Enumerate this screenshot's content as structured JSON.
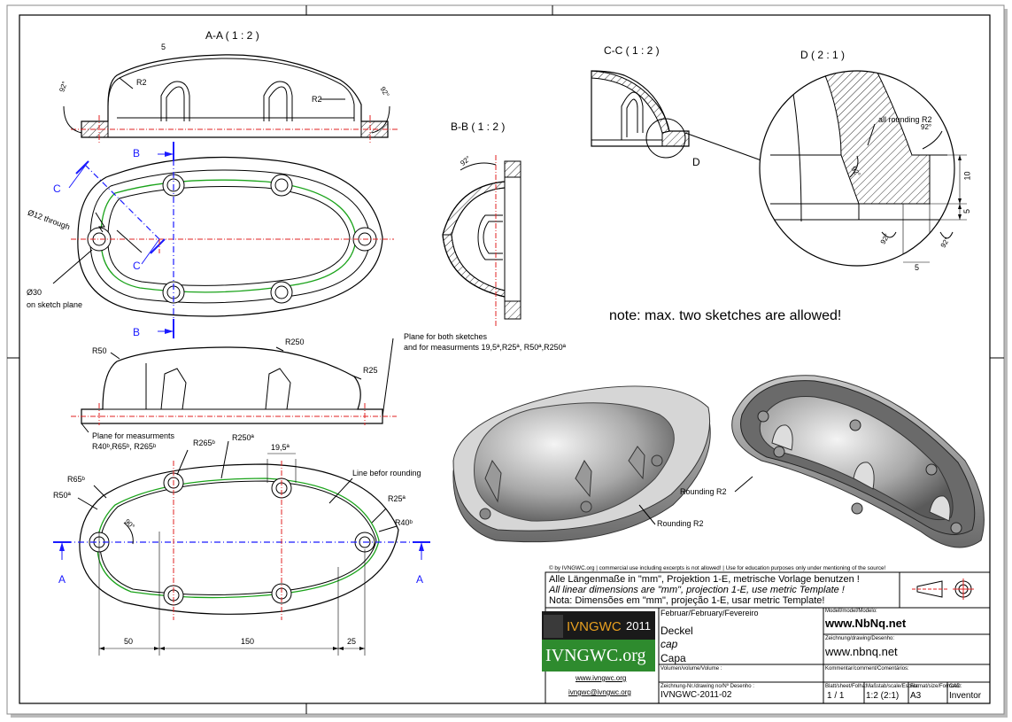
{
  "views": {
    "section_aa": "A-A ( 1 : 2 )",
    "section_bb": "B-B ( 1 : 2 )",
    "section_cc": "C-C ( 1 : 2 )",
    "detail_d": "D ( 2 : 1 )",
    "detail_marker": "D"
  },
  "labels": {
    "A_left": "A",
    "A_right": "A",
    "B_top": "B",
    "B_bottom": "B",
    "C_top": "C",
    "C_bottom": "C",
    "dim_5": "5",
    "angle_92_a": "92°",
    "angle_92_b": "92°",
    "angle_92_c": "92°",
    "angle_92_d1": "92°",
    "angle_92_d2": "92°",
    "angle_92_d3": "92°",
    "angle_92_d4": "92°",
    "r2_a": "R2",
    "r2_b": "R2",
    "hole": "Ø12 through",
    "sketch_d30": "Ø30",
    "sketch_plane": "on sketch plane",
    "r50": "R50",
    "r250": "R250",
    "r25": "R25",
    "plane_both_1": "Plane for both sketches",
    "plane_both_2": "and for measurments 19,5ª,R25ª, R50ª,R250ª",
    "plane_meas_1": "Plane for measurments",
    "plane_meas_2": "R40ᵇ,R65ᵇ, R265ᵇ",
    "r265b": "R265ᵇ",
    "r250a": "R250ª",
    "d195a": "19,5ª",
    "r65b": "R65ᵇ",
    "r50a": "R50ª",
    "angle90": "90°",
    "line_before_rounding": "Line befor rounding",
    "r25a": "R25ª",
    "r40b": "R40ᵇ",
    "dim_50": "50",
    "dim_150": "150",
    "dim_25": "25",
    "all_rounding": "all rounding R2",
    "dim_10": "10",
    "dim_5v": "5",
    "dim_5h": "5",
    "note": "note: max. two sketches are allowed!",
    "rounding_r2_left": "Rounding R2",
    "rounding_r2_bottom": "Rounding R2"
  },
  "title_block": {
    "copyright": "© by IVNGWC.org | commercial use including excerpts is not allowed! | Use for education purposes only under mentioning of the source!",
    "line_de": "Alle Längenmaße in \"mm\", Projektion 1-E, metrische Vorlage benutzen !",
    "line_en": "All linear dimensions are \"mm\", projection 1-E, use metric Template !",
    "line_pt": "Nota: Dimensões em \"mm\", projeção 1-E, usar metric Template!",
    "logo_name": "IVNGWC",
    "logo_year": "2011",
    "logo_org": "IVNGWC.org",
    "site": "www.ivngwc.org",
    "email": "ivngwc@ivngwc.org",
    "month": "Februar/February/Fevereiro",
    "name_de": "Deckel",
    "name_en": "cap",
    "name_pt": "Capa",
    "volume_label": "Volumen/volume/Volume :",
    "drawing_label": "Zeichnung-Nr./drawing no/Nº Desenho :",
    "drawing_no": "IVNGWC-2011-02",
    "model_label": "Modell/model/Modelo:",
    "model_value": "www.NbNq.net",
    "zeichnung_label": "Zeichnung/drawing/Desenho:",
    "zeichnung_value": "www.nbnq.net",
    "comment_label": "Kommentar/comment/Comentários:",
    "sheet_label": "Blatt/sheet/Folha:",
    "sheet_value": "1  /  1",
    "scale_label": "Maßstab/scale/Escala:",
    "scale_value": "1:2 (2:1)",
    "format_label": "Format/size/Formato:",
    "format_value": "A3",
    "cad_label": "CAD:",
    "cad_value": "Inventor"
  },
  "colors": {
    "line": "#000000",
    "centerline": "#e02020",
    "sketch": "#1aa31a",
    "section_arrow": "#1a1aff",
    "hatch": "#333333"
  }
}
